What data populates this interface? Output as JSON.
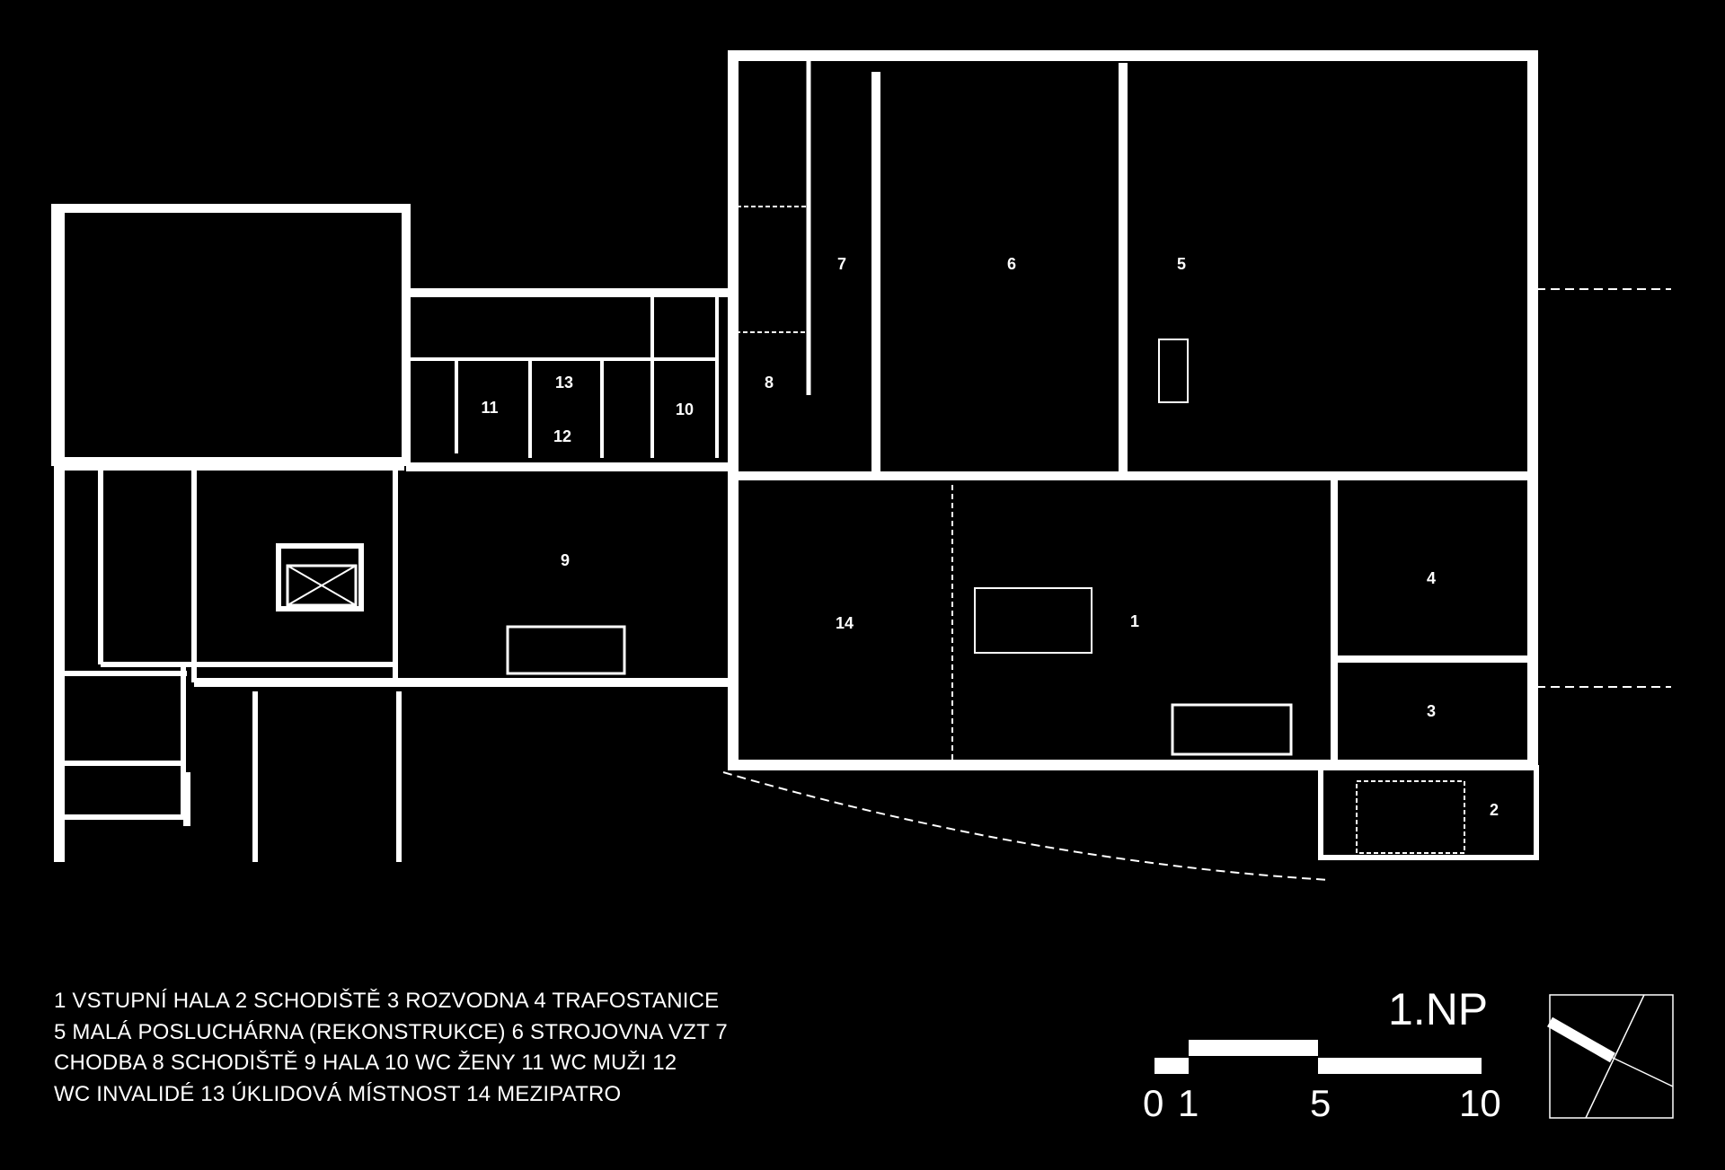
{
  "legend": {
    "lines": [
      "1  VSTUPNÍ HALA   2  SCHODIŠTĚ   3  ROZVODNA   4  TRAFOSTANICE",
      "5  MALÁ  POSLUCHÁRNA  (REKONSTRUKCE)   6  STROJOVNA  VZT   7",
      "CHODBA   8  SCHODIŠTĚ   9  HALA   10  WC  ŽENY   11  WC  MUŽI   12",
      "WC  INVALIDÉ   13  ÚKLIDOVÁ MÍSTNOST   14  MEZIPATRO"
    ]
  },
  "floor_label": "1.NP",
  "scale_bar": {
    "labels": [
      "0",
      "1",
      "5",
      "10"
    ]
  },
  "rooms": [
    {
      "id": "room-1",
      "label": "1"
    },
    {
      "id": "room-2",
      "label": "2"
    },
    {
      "id": "room-3",
      "label": "3"
    },
    {
      "id": "room-4",
      "label": "4"
    },
    {
      "id": "room-5",
      "label": "5"
    },
    {
      "id": "room-6",
      "label": "6"
    },
    {
      "id": "room-7",
      "label": "7"
    },
    {
      "id": "room-8",
      "label": "8"
    },
    {
      "id": "room-9",
      "label": "9"
    },
    {
      "id": "room-10",
      "label": "10"
    },
    {
      "id": "room-11",
      "label": "11"
    },
    {
      "id": "room-12",
      "label": "12"
    },
    {
      "id": "room-13",
      "label": "13"
    },
    {
      "id": "room-14",
      "label": "14"
    }
  ],
  "colors": {
    "background": "#000000",
    "lines": "#ffffff"
  }
}
